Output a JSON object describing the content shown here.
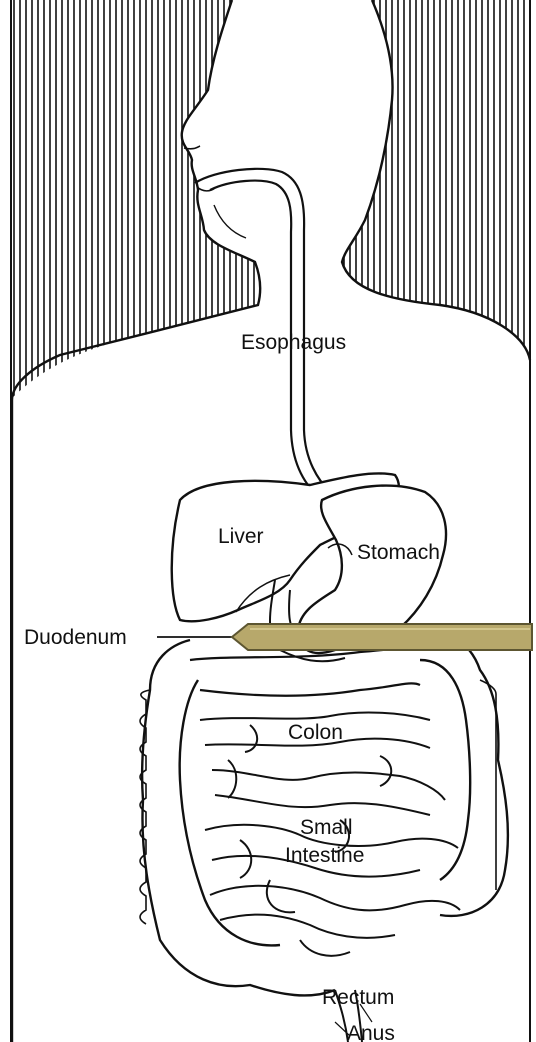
{
  "labels": {
    "esophagus": "Esophagus",
    "liver": "Liver",
    "stomach": "Stomach",
    "duodenum": "Duodenum",
    "colon": "Colon",
    "small_line1": "Small",
    "small_line2": "Intestine",
    "rectum": "Rectum",
    "anus": "Anus"
  },
  "colors": {
    "ink": "#111111",
    "paper": "#ffffff",
    "arrow_fill": "#b7a86b",
    "arrow_stroke": "#5d5631"
  }
}
